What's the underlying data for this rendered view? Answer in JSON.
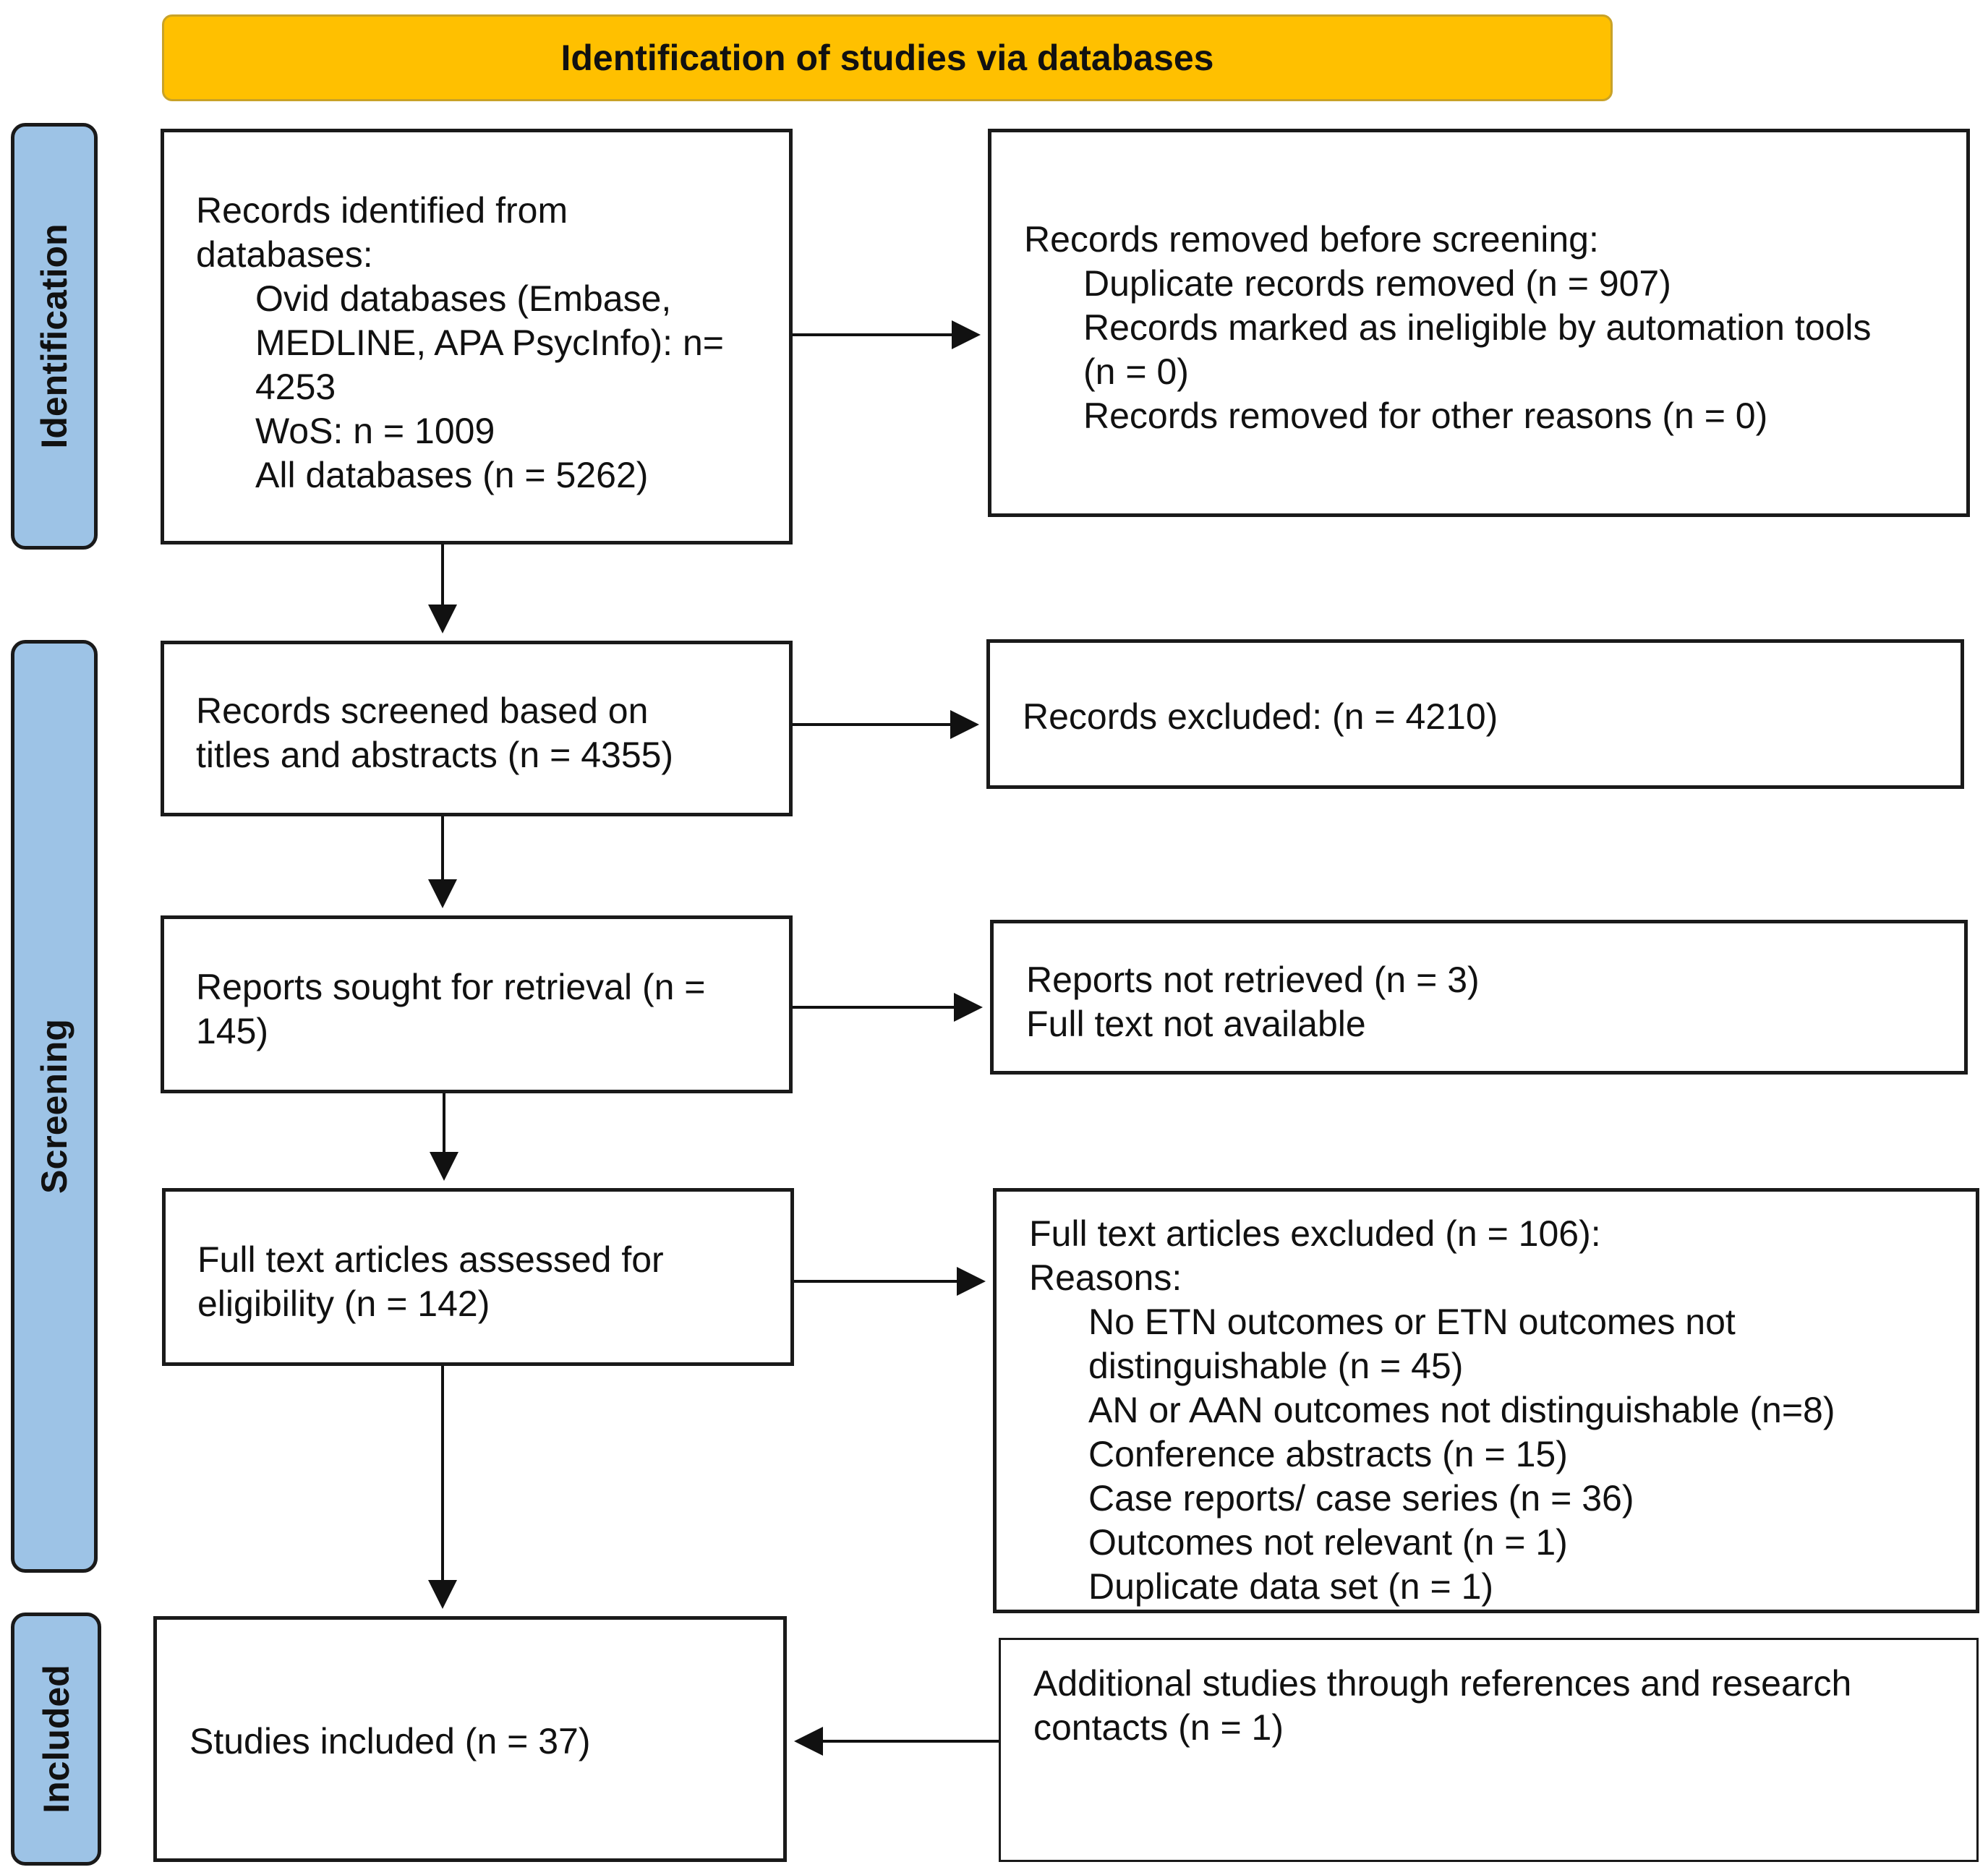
{
  "header": "Identification of studies via databases",
  "phases": {
    "identification": "Identification",
    "screening": "Screening",
    "included": "Included"
  },
  "identified": {
    "lead": [
      "Records identified from",
      "databases:"
    ],
    "sub": [
      "Ovid databases (Embase,",
      "MEDLINE, APA PsycInfo): n=",
      "4253",
      "WoS: n = 1009",
      "All databases (n = 5262)"
    ]
  },
  "removed": {
    "lead": "Records removed before screening:",
    "sub": [
      "Duplicate records removed (n = 907)",
      "Records marked as ineligible by automation tools",
      "(n = 0)",
      "Records removed for other reasons (n = 0)"
    ]
  },
  "screened": [
    "Records screened based on",
    "titles and abstracts (n = 4355)"
  ],
  "excluded": "Records excluded: (n = 4210)",
  "sought": [
    "Reports sought for retrieval (n =",
    "145)"
  ],
  "not_retrieved": [
    "Reports not retrieved (n = 3)",
    "Full text not available"
  ],
  "assessed": [
    "Full text articles assessed for",
    "eligibility (n = 142)"
  ],
  "ft_excluded": {
    "lead": [
      "Full text articles excluded (n = 106):",
      "Reasons:"
    ],
    "sub": [
      "No ETN outcomes or ETN outcomes not",
      "distinguishable (n = 45)",
      "AN or AAN outcomes not distinguishable (n=8)",
      "Conference abstracts (n = 15)",
      "Case reports/ case series (n = 36)",
      "Outcomes not relevant (n = 1)",
      "Duplicate data set (n = 1)"
    ]
  },
  "included": "Studies included (n = 37)",
  "additional": [
    "Additional studies through references and research",
    "contacts (n = 1)"
  ]
}
